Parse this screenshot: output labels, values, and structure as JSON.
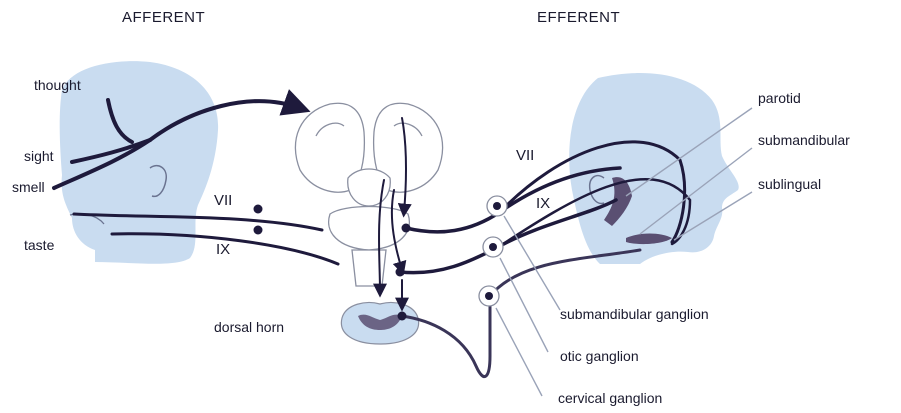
{
  "headers": {
    "afferent": "AFFERENT",
    "efferent": "EFFERENT"
  },
  "afferent_labels": {
    "thought": "thought",
    "sight": "sight",
    "smell": "smell",
    "taste": "taste",
    "nerve_vii": "VII",
    "nerve_ix": "IX",
    "dorsal_horn": "dorsal horn"
  },
  "efferent_labels": {
    "nerve_vii": "VII",
    "nerve_ix": "IX",
    "parotid": "parotid",
    "submandibular": "submandibular",
    "sublingual": "sublingual",
    "submandibular_ganglion": "submandibular ganglion",
    "otic_ganglion": "otic ganglion",
    "cervical_ganglion": "cervical ganglion"
  },
  "colors": {
    "head_fill": "#c9dcf0",
    "nerve_dark": "#1e1a3c",
    "gland_fill": "#5a4f72",
    "outline": "#8a8fa0",
    "pointer": "#9aa3b8"
  }
}
